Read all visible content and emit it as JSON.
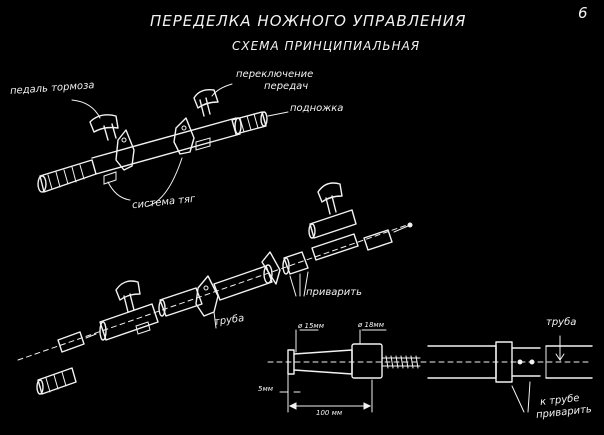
{
  "title": "ПЕРЕДЕЛКА НОЖНОГО УПРАВЛЕНИЯ",
  "subtitle": "СХЕМА ПРИНЦИПИАЛЬНАЯ",
  "page_number": "6",
  "labels": {
    "brake_pedal": "педаль тормоза",
    "gear_shift_line1": "переключение",
    "gear_shift_line2": "передач",
    "footpeg": "подножка",
    "linkage": "система тяг",
    "weld_1": "приварить",
    "tube_1": "труба",
    "dia_15": "ø 15мм",
    "dia_18": "ø 18мм",
    "dim_5": "5мм",
    "dim_100": "100 мм",
    "tube_2": "труба",
    "to_tube_line1": "к трубе",
    "to_tube_line2": "приварить"
  }
}
